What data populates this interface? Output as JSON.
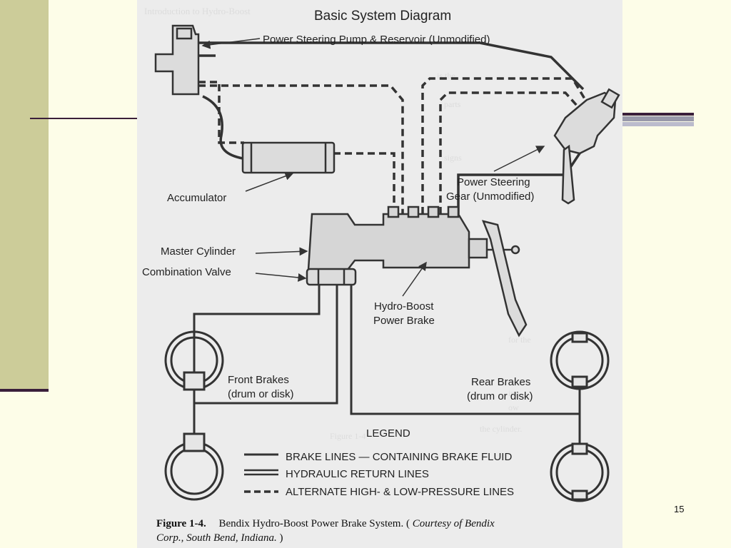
{
  "slide": {
    "number": "15"
  },
  "diagram": {
    "title": "Basic System Diagram",
    "labels": {
      "pump": "Power Steering Pump & Reservoir (Unmodified)",
      "accumulator": "Accumulator",
      "gear_line1": "Power Steering",
      "gear_line2": "Gear (Unmodified)",
      "master_cylinder": "Master Cylinder",
      "combination_valve": "Combination Valve",
      "hydroboost_line1": "Hydro-Boost",
      "hydroboost_line2": "Power Brake",
      "front_line1": "Front Brakes",
      "front_line2": "(drum or disk)",
      "rear_line1": "Rear Brakes",
      "rear_line2": "(drum or disk)"
    },
    "legend": {
      "title": "LEGEND",
      "items": [
        {
          "label": "BRAKE LINES — CONTAINING BRAKE FLUID",
          "style": "single"
        },
        {
          "label": "HYDRAULIC RETURN LINES",
          "style": "double"
        },
        {
          "label": "ALTERNATE HIGH- & LOW-PRESSURE LINES",
          "style": "dashed"
        }
      ]
    },
    "caption": {
      "figure": "Figure 1-4.",
      "text": "Bendix Hydro-Boost Power Brake System. (",
      "credit": "Courtesy of Bendix Corp., South Bend, Indiana.",
      "close": ")"
    }
  },
  "colors": {
    "background": "#fdfde8",
    "left_band": "#cccc99",
    "rule": "#3a1f3a",
    "scan_paper": "#ececec",
    "ink": "#333333"
  }
}
